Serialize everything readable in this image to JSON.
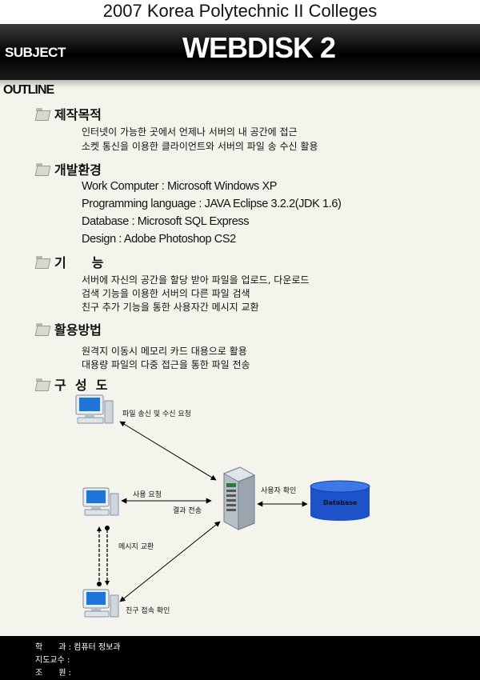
{
  "header": {
    "title": "2007 Korea Polytechnic II Colleges",
    "subject_label": "SUBJECT",
    "project_name": "WEBDISK 2"
  },
  "outline_label": "OUTLINE",
  "sections": [
    {
      "icon": "folder-icon",
      "title": "제작목적",
      "lines": [
        "인터넷이 가능한 곳에서 언제나 서버의 내 공간에 접근",
        "소켓 통신을 이용한 클라이언트와 서버의 파일 송 수신 활용"
      ]
    },
    {
      "icon": "folder-icon",
      "title": "개발환경",
      "lines": [
        "Work Computer : Microsoft Windows XP",
        "Programming language : JAVA Eclipse 3.2.2(JDK 1.6)",
        "Database : Microsoft SQL Express",
        "Design : Adobe Photoshop CS2"
      ]
    },
    {
      "icon": "folder-icon",
      "title": "기　　능",
      "lines": [
        "서버에  자신의 공간을 할당 받아 파일을 업로드, 다운로드",
        "검색 기능을 이용한 서버의 다른 파일 검색",
        "친구 추가 기능을 통한 사용자간 메시지 교환"
      ]
    },
    {
      "icon": "folder-icon",
      "title": "활용방법",
      "lines": [
        "원격지 이동시 메모리 카드 대용으로 활용",
        "대용량 파일의 다중 접근을 통한 파일 전송"
      ]
    },
    {
      "icon": "folder-icon",
      "title": "구  성  도",
      "lines": []
    }
  ],
  "diagram": {
    "labels": {
      "file_transfer": "파일  송신  및  수신  요청",
      "use_request": "사용 요청",
      "result_transfer": "결과  전송",
      "user_check": "사용자  확인",
      "database": "Database",
      "message_exchange": "메시지  교환",
      "friend_check": "친구  접속  확인"
    }
  },
  "footer": {
    "rows": [
      "학　　과 : 컴퓨터 정보과",
      "지도교수 :",
      "조　　원 :"
    ]
  }
}
